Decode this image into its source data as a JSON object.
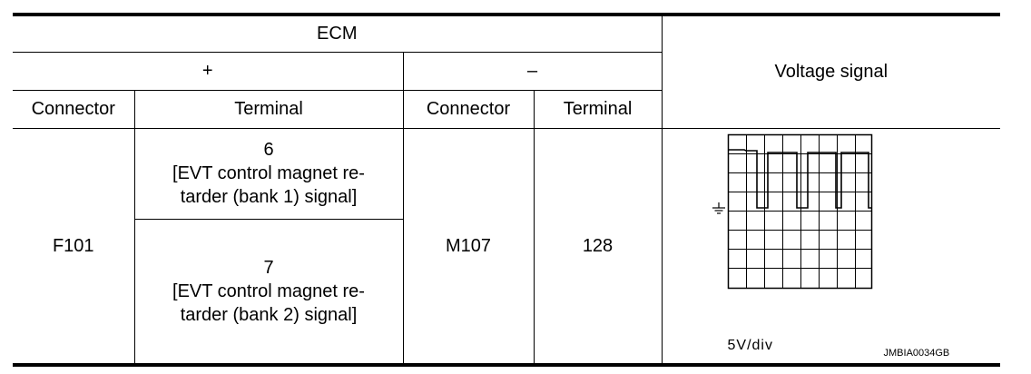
{
  "table": {
    "ecm_header": "ECM",
    "plus_header": "+",
    "minus_header": "–",
    "voltage_header": "Voltage signal",
    "col_connector_plus": "Connector",
    "col_terminal_plus": "Terminal",
    "col_connector_minus": "Connector",
    "col_terminal_minus": "Terminal",
    "row": {
      "connector_plus": "F101",
      "terminal_1_number": "6",
      "terminal_1_desc_line1": "[EVT control magnet re-",
      "terminal_1_desc_line2": "tarder (bank 1) signal]",
      "terminal_2_number": "7",
      "terminal_2_desc_line1": "[EVT control magnet re-",
      "terminal_2_desc_line2": "tarder (bank 2) signal]",
      "connector_minus": "M107",
      "terminal_minus": "128"
    }
  },
  "oscilloscope": {
    "scale": "5V/div",
    "figure_code": "JMBIA0034GB"
  }
}
